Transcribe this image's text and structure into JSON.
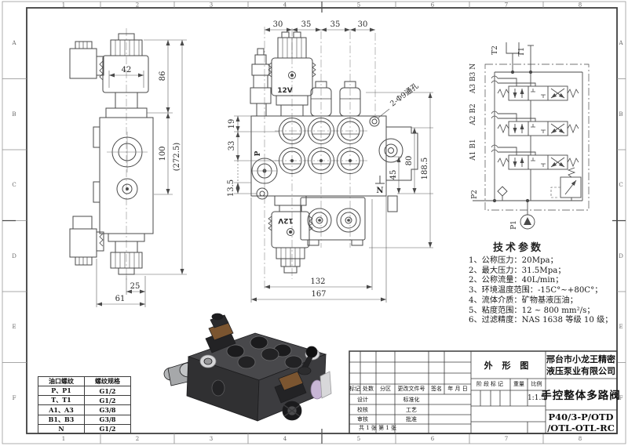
{
  "frame": {
    "top_numbers": [
      "1",
      "2",
      "3",
      "4",
      "5",
      "6",
      "7",
      "8"
    ],
    "side_letters": [
      "A",
      "B",
      "C",
      "D",
      "E",
      "F"
    ]
  },
  "side_view": {
    "dim_42": "42",
    "dim_86": "86",
    "dim_272": "(272.5)",
    "dim_100": "100",
    "dim_25": "25",
    "dim_61": "61"
  },
  "front_view": {
    "dim_30a": "30",
    "dim_35a": "35",
    "dim_35b": "35",
    "dim_30b": "30",
    "dim_19": "19",
    "dim_33": "33",
    "dim_13_5": "13.5",
    "dim_45": "45",
    "dim_80": "80",
    "dim_188": "188.5",
    "dim_132": "132",
    "dim_167": "167",
    "hole_note": "2-Φ9通孔",
    "solenoid_top_label": "12V",
    "solenoid_bottom_label": "12V",
    "port_p_label": "P",
    "port_n_label": "N"
  },
  "schematic": {
    "t2": "T2",
    "t1": "T1",
    "ports_3": "A3 B3 N",
    "ports_2": "A2 B2",
    "ports_1": "A1 B1",
    "p2": "P2",
    "p1": "P1"
  },
  "tech_params": {
    "title": "技术参数",
    "items": [
      "1、公称压力：20Mpa；",
      "2、最大压力：31.5Mpa；",
      "2、公称流量：40L/min；",
      "3、环境温度范围：-15C°~+80C°；",
      "4、流体介质：矿物基液压油；",
      "5、粘度范围：12 ~ 800 mm²/s；",
      "6、过滤精度：NAS 1638 等级 10 级；"
    ]
  },
  "port_table": {
    "headers": [
      "油口螺纹",
      "螺纹规格"
    ],
    "rows": [
      [
        "P、P1",
        "G1/2"
      ],
      [
        "T、T1",
        "G1/2"
      ],
      [
        "A1、A3",
        "G3/8"
      ],
      [
        "B1、B3",
        "G3/8"
      ],
      [
        "N",
        "G1/2"
      ]
    ]
  },
  "title_block": {
    "drawing_type": "外 形 图",
    "company_line1": "邢台市小龙王精密",
    "company_line2": "液压泵业有限公司",
    "product_name": "手控整体多路阀",
    "model_line1": "P40/3-P/OTD",
    "model_line2": "/OTL-OTL-RC",
    "scale_value": "1:1.5",
    "labels": {
      "mark": "标记",
      "count": "处数",
      "zone": "分区",
      "change_doc": "更改文件号",
      "signature": "签名",
      "date": "年 月 日",
      "design": "设计",
      "check": "校核",
      "review": "审核",
      "standardize": "标准化",
      "process": "工艺",
      "approve": "批准",
      "stage_mark": "阶段标记",
      "weight": "重量",
      "scale": "比例",
      "sheet_info": "共 1 张  第 1 张"
    }
  },
  "colors": {
    "line": "#4a4a4a",
    "photo_body": "#3a3a3d",
    "photo_coil": "#7b5530"
  }
}
